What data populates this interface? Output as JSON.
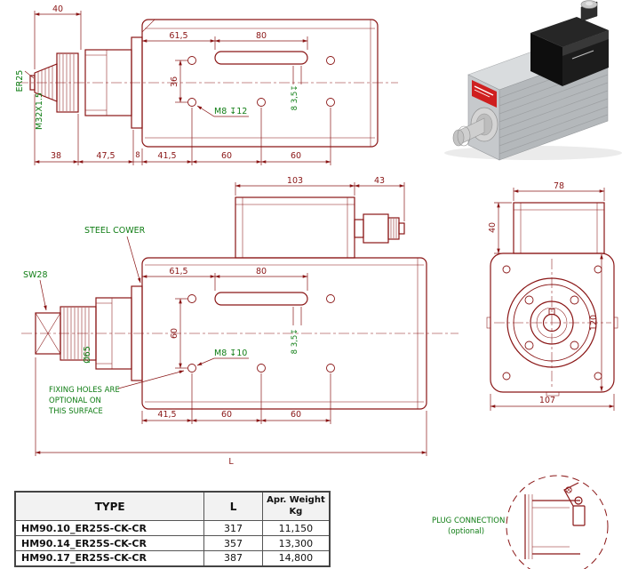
{
  "colors": {
    "drawing": "#8a1616",
    "label": "#0f7d14"
  },
  "top_view": {
    "dim_40": "40",
    "dim_61_5": "61,5",
    "dim_80": "80",
    "dim_36": "36",
    "thread_callout": "M8 ↧12",
    "slot_dims": "8  3,5↧",
    "label_er25": "ER25",
    "label_m32": "M32X1.5",
    "chain": [
      "38",
      "47,5",
      "8",
      "41,5",
      "60",
      "60"
    ]
  },
  "side_view": {
    "dim_103": "103",
    "dim_43": "43",
    "label_steel_cower": "STEEL COWER",
    "label_sw28": "SW28",
    "dim_61_5": "61,5",
    "dim_80": "80",
    "dim_60": "60",
    "thread_callout": "M8 ↧10",
    "slot_dims": "8  3,5↧",
    "label_dia": "Ø65",
    "fixing_note": [
      "FIXING HOLES ARE",
      "OPTIONAL  ON",
      "THIS SURFACE"
    ],
    "chain": [
      "41,5",
      "60",
      "60"
    ],
    "dim_overall": "L"
  },
  "end_view": {
    "dim_78": "78",
    "dim_40": "40",
    "dim_120": "120",
    "dim_107": "107"
  },
  "plug_detail": {
    "title": "PLUG CONNECTION",
    "subtitle": "(optional)"
  },
  "table": {
    "headers": {
      "type": "TYPE",
      "length": "L",
      "weight1": "Apr. Weight",
      "weight2": "Kg"
    },
    "rows": [
      {
        "type": "HM90.10_ER25S-CK-CR",
        "length": "317",
        "weight": "11,150"
      },
      {
        "type": "HM90.14_ER25S-CK-CR",
        "length": "357",
        "weight": "13,300"
      },
      {
        "type": "HM90.17_ER25S-CK-CR",
        "length": "387",
        "weight": "14,800"
      }
    ]
  }
}
